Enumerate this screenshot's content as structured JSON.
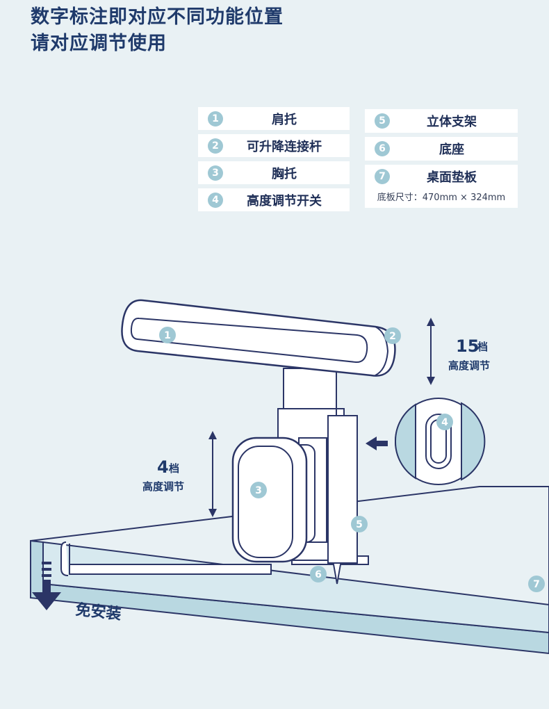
{
  "title": {
    "line1": "数字标注即对应不同功能位置",
    "line2": "请对应调节使用"
  },
  "legend": {
    "left": [
      {
        "num": "1",
        "label": "肩托"
      },
      {
        "num": "2",
        "label": "可升降连接杆"
      },
      {
        "num": "3",
        "label": "胸托"
      },
      {
        "num": "4",
        "label": "高度调节开关"
      }
    ],
    "right": [
      {
        "num": "5",
        "label": "立体支架"
      },
      {
        "num": "6",
        "label": "底座"
      },
      {
        "num": "7",
        "label": "桌面垫板"
      }
    ],
    "note": "底板尺寸：470mm × 324mm"
  },
  "annotations": {
    "top_adjust": {
      "value": "15",
      "unit": "档",
      "label": "高度调节"
    },
    "chest_adjust": {
      "value": "4",
      "unit": "档",
      "label": "高度调节"
    },
    "install": "免安装"
  },
  "markers": [
    "1",
    "2",
    "3",
    "4",
    "5",
    "6",
    "7"
  ],
  "colors": {
    "outline": "#2b3566",
    "marker": "#9fc8d4",
    "board_edge": "#b9d8e1",
    "background": "#e9f1f4",
    "arrow": "#2b3566"
  }
}
